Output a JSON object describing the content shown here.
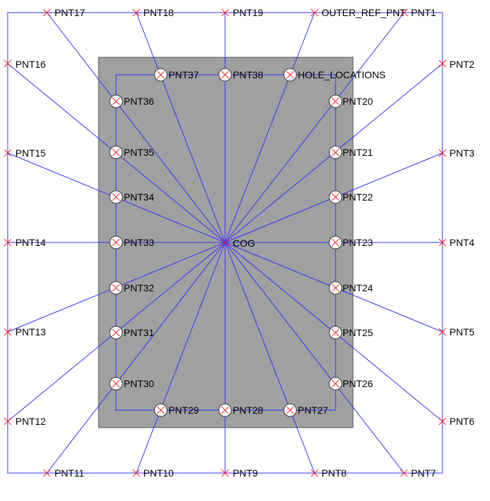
{
  "colors": {
    "background": "#ffffff",
    "plate_fill": "#a0a0a0",
    "plate_stroke": "#555555",
    "line": "#3030ff",
    "marker": "#ff2020",
    "hole_fill": "#ffffff",
    "text": "#000000"
  },
  "labels": {
    "cog": "COG",
    "hole_locations": "HOLE_LOCATIONS",
    "outer_ref": "OUTER_REF_PNT",
    "pnt1": "PNT1",
    "pnt2": "PNT2",
    "pnt3": "PNT3",
    "pnt4": "PNT4",
    "pnt5": "PNT5",
    "pnt6": "PNT6",
    "pnt7": "PNT7",
    "pnt8": "PNT8",
    "pnt9": "PNT9",
    "pnt10": "PNT10",
    "pnt11": "PNT11",
    "pnt12": "PNT12",
    "pnt13": "PNT13",
    "pnt14": "PNT14",
    "pnt15": "PNT15",
    "pnt16": "PNT16",
    "pnt17": "PNT17",
    "pnt18": "PNT18",
    "pnt19": "PNT19",
    "pnt20": "PNT20",
    "pnt21": "PNT21",
    "pnt22": "PNT22",
    "pnt23": "PNT23",
    "pnt24": "PNT24",
    "pnt25": "PNT25",
    "pnt26": "PNT26",
    "pnt27": "PNT27",
    "pnt28": "PNT28",
    "pnt29": "PNT29",
    "pnt30": "PNT30",
    "pnt31": "PNT31",
    "pnt32": "PNT32",
    "pnt33": "PNT33",
    "pnt34": "PNT34",
    "pnt35": "PNT35",
    "pnt36": "PNT36",
    "pnt37": "PNT37",
    "pnt38": "PNT38"
  }
}
